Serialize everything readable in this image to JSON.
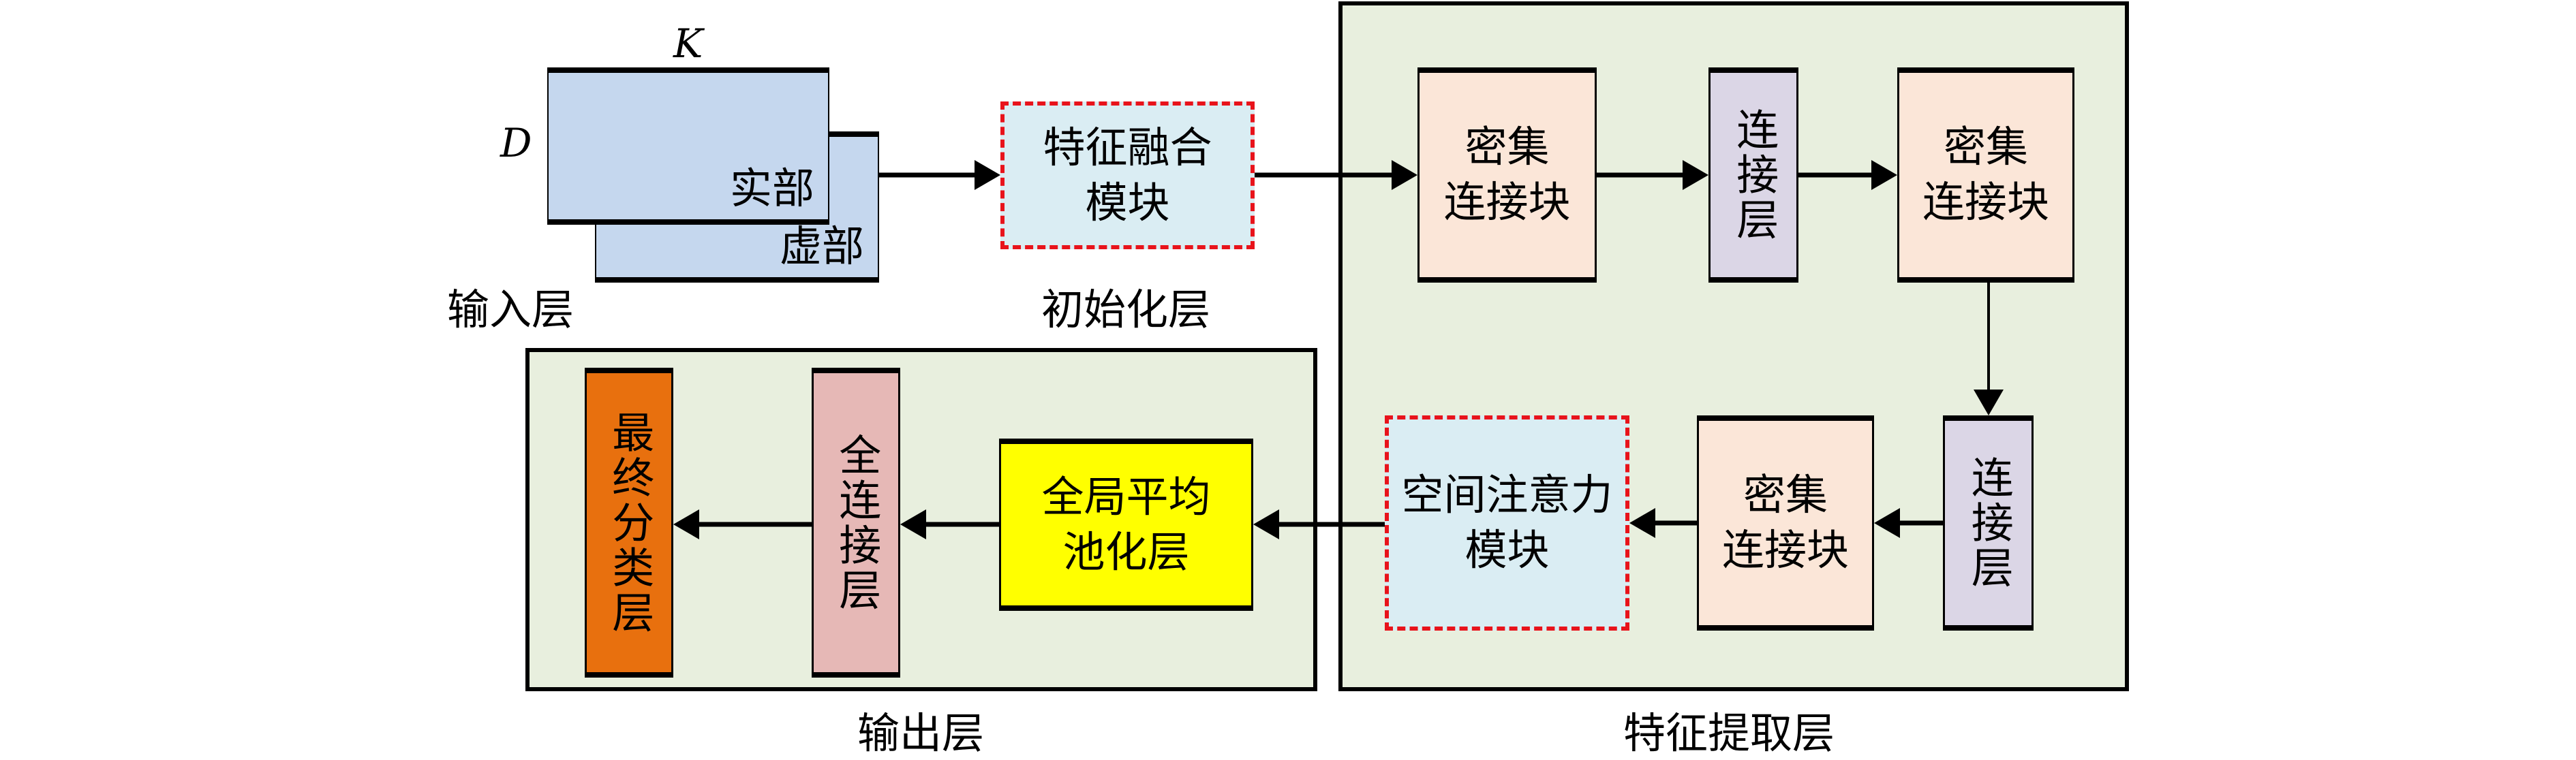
{
  "diagram": {
    "input": {
      "front_label": "实部",
      "back_label": "虚部",
      "dim_width": "K",
      "dim_height": "D",
      "caption": "输入层",
      "color": "#c5d7ee"
    },
    "init": {
      "module_label": "特征融合\n模块",
      "caption": "初始化层",
      "color": "#daedf3"
    },
    "feature_extraction": {
      "caption": "特征提取层",
      "background": "#e8efde",
      "dense_block_1": "密集\n连接块",
      "connect_layer_1": "连接层",
      "dense_block_2": "密集\n连接块",
      "connect_layer_2": "连接层",
      "dense_block_3": "密集\n连接块",
      "attention_module": "空间注意力\n模块",
      "dense_color": "#fbe6d8",
      "connect_color": "#dbd6e6",
      "attention_color": "#daedf3"
    },
    "output": {
      "caption": "输出层",
      "background": "#e8efde",
      "gap_label": "全局平均\n池化层",
      "fc_label": "全连接层",
      "final_label": "最终分类层",
      "gap_color": "#ffff00",
      "fc_color": "#e6b8b6",
      "final_color": "#e8700e"
    },
    "dashed_border_color": "#e8131b"
  }
}
